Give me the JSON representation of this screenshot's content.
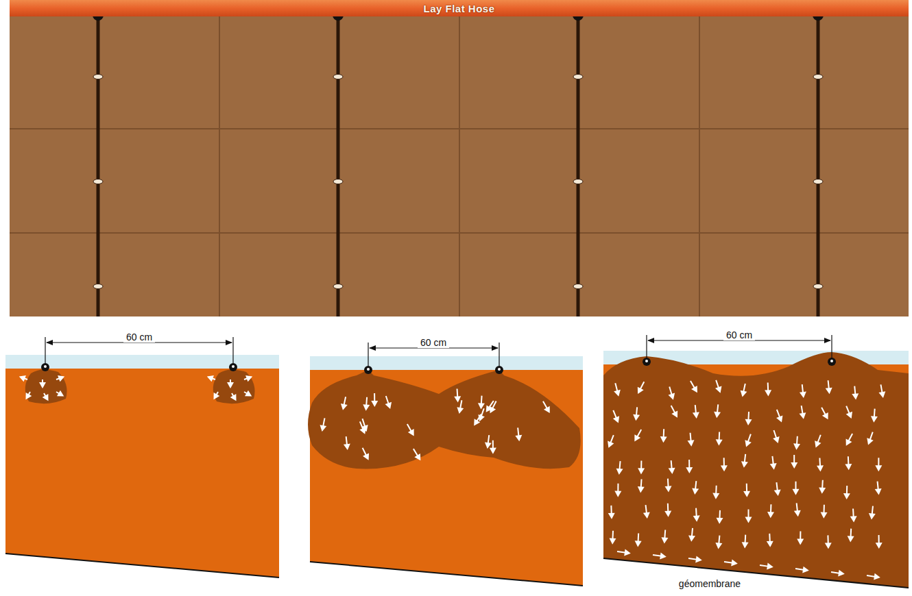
{
  "diagram": {
    "nodes": [
      {
        "text": [
          "Lay Flat Hose"
        ]
      }
    ],
    "labels": [
      "60 cm",
      "60 cm",
      "60 cm",
      "géomembrane"
    ]
  }
}
